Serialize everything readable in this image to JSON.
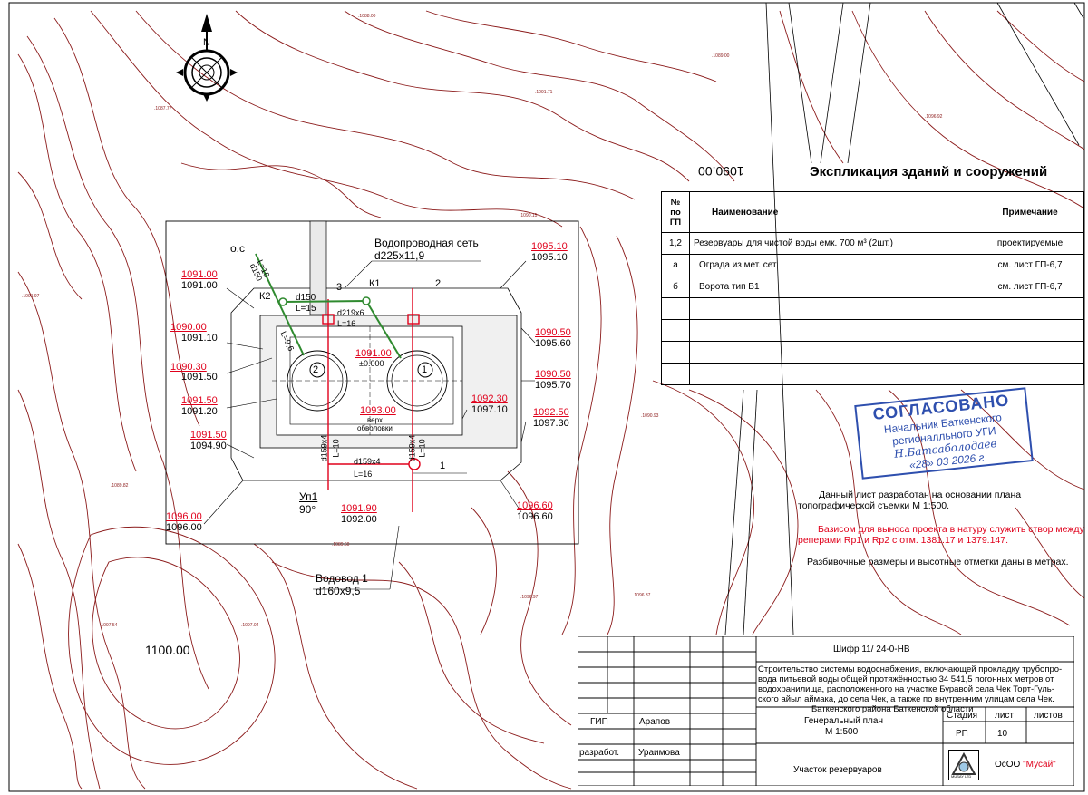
{
  "compass": {
    "north_label": "N"
  },
  "contours": [
    "1090.00",
    "1100.00"
  ],
  "contour_small": [
    ".1088.00",
    ".1089.00",
    ".1091.71",
    ".1096.92",
    ".1087.77",
    ".1090.15",
    ".1091.97",
    ".1089.82",
    ".1090.93",
    ".1089.60",
    ".1096.97",
    ".1096.37",
    ".1097.54",
    ".1097.04"
  ],
  "network_labels": {
    "water_network": "Водопроводная сеть",
    "water_network_pipe": "d225x11,9",
    "water_main": "Водовод 1",
    "water_main_pipe": "d160x9,5",
    "ус_label": "Уп1",
    "ус_angle": "90°",
    "ks": "о.с"
  },
  "structures": [
    {
      "num": "1",
      "label": "1"
    },
    {
      "num": "2",
      "label": "2"
    }
  ],
  "pipe_labels": [
    "d150",
    "L=15",
    "К2",
    "К1",
    "3",
    "2",
    "1",
    "d219x6",
    "L=16",
    "d159x4",
    "L=16",
    "d159x4",
    "L=10",
    "d159x4",
    "L=10",
    "d150",
    "L=10",
    "L=9,6"
  ],
  "elevations": [
    {
      "red": "1091.00",
      "black": "1091.00"
    },
    {
      "red": "1090.00",
      "black": "1091.10"
    },
    {
      "red": "1090.30",
      "black": "1091.50"
    },
    {
      "red": "1091.50",
      "black": "1091.20"
    },
    {
      "red": "1091.50",
      "black": "1094.90"
    },
    {
      "red": "1096.00",
      "black": "1096.00"
    },
    {
      "red": "1095.10",
      "black": "1095.10"
    },
    {
      "red": "1090.50",
      "black": "1095.60"
    },
    {
      "red": "1090.50",
      "black": "1095.70"
    },
    {
      "red": "1092.30",
      "black": "1097.10"
    },
    {
      "red": "1092.50",
      "black": "1097.30"
    },
    {
      "red": "1096.60",
      "black": "1096.60"
    },
    {
      "red": "1091.90",
      "black": "1092.00"
    }
  ],
  "center_marks": {
    "zero_red": "1091.00",
    "zero": "±0.000",
    "top_red": "1093.00",
    "top1": "верх",
    "top2": "обволовки"
  },
  "explication": {
    "title": "Экспликация зданий и сооружений",
    "headers": {
      "num": "№ по ГП",
      "name": "Наименование",
      "note": "Примечание"
    },
    "rows": [
      {
        "num": "1,2",
        "name": "Резервуары для чистой воды емк. 700 м³ (2шт.)",
        "note": "проектируемые"
      },
      {
        "num": "а",
        "name": "Ограда  из мет. сет",
        "note": "см. лист ГП-6,7"
      },
      {
        "num": "б",
        "name": "Ворота тип В1",
        "note": "см. лист ГП-6,7"
      }
    ]
  },
  "stamp": {
    "title": "СОГЛАСОВАНО",
    "line1": "Начальник Баткенского",
    "line2": "регионалльного УГИ",
    "sign": "Н.Батсаболодаев",
    "date_d": "«28»",
    "date_m": "03",
    "date_y": "2026 г"
  },
  "notes": {
    "n1a": "Данный лист разработан на основании плана",
    "n1b": "топографической съемки  М 1:500.",
    "n2a": "Базисом для выноса проекта в натуру служить створ между",
    "n2b": "реперами Rp1 и Rp2  с отм. 1381.17 и 1379.147.",
    "n3": "Разбивочные  размеры  и высотные  отметки даны в метрах."
  },
  "title_block": {
    "cipher": "Шифр 11/ 24-0-НВ",
    "project1": "Строительство системы водоснабжения, включающей прокладку трубопро-",
    "project2": "вода питьевой воды общей протяжённостью 34 541,5 погонных метров от",
    "project3": "водохранилища, расположенного на участке Буравой села Чек Торт-Гуль-",
    "project4": "ского айыл аймака, до села Чек, а также по внутренним улицам села Чек.",
    "project5": "Баткенского района Баткенской области",
    "gip_role": "ГИП",
    "gip_name": "Арапов",
    "dev_role": "разработ.",
    "dev_name": "Ураимова",
    "sheet_title1": "Генеральный план",
    "sheet_title2": "М  1:500",
    "stage_label": "Стадия",
    "sheet_label": "лист",
    "sheets_label": "листов",
    "stage": "РП",
    "sheet": "10",
    "area": "Участок резервуаров",
    "org_prefix": "ОсОО ",
    "org_name": "\"Мусай\"",
    "logo_text": "MUSAY LTD"
  },
  "colors": {
    "contour": "#8b1a1a",
    "red": "#e0001b",
    "green": "#2f8a2f",
    "stamp_blue": "#2e4fae"
  }
}
